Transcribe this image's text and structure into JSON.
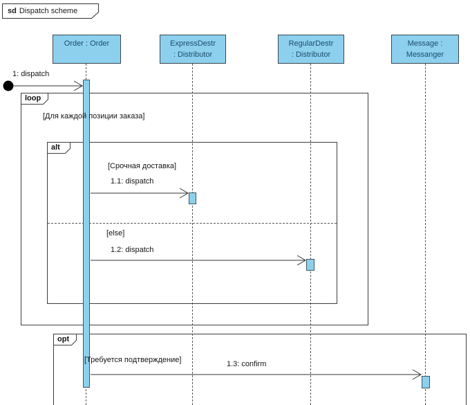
{
  "frame": {
    "keyword": "sd",
    "name": "Dispatch scheme"
  },
  "lifelines": [
    {
      "id": "order",
      "lines": [
        "Order : Order"
      ]
    },
    {
      "id": "express-destr",
      "lines": [
        "ExpressDestr",
        ": Distributor"
      ]
    },
    {
      "id": "regular-destr",
      "lines": [
        "RegularDestr",
        ": Distributor"
      ]
    },
    {
      "id": "messanger",
      "lines": [
        "Message :",
        "Messanger"
      ]
    }
  ],
  "fragments": [
    {
      "operator": "loop",
      "guard": "[Для каждой позиции заказа]"
    },
    {
      "operator": "alt",
      "guards": [
        "[Срочная доставка]",
        "[else]"
      ]
    },
    {
      "operator": "opt",
      "guard": "[Требуется подтверждение]"
    }
  ],
  "messages": [
    {
      "label": "1: dispatch",
      "type": "found-message"
    },
    {
      "label": "1.1: dispatch",
      "type": "async"
    },
    {
      "label": "1.2: dispatch",
      "type": "async"
    },
    {
      "label": "1.3: confirm",
      "type": "async"
    }
  ],
  "colors": {
    "activation_fill": "#8cd0ee",
    "head_fill": "#8cd0ee",
    "head_text": "#1d4a6b",
    "line": "#333333"
  }
}
